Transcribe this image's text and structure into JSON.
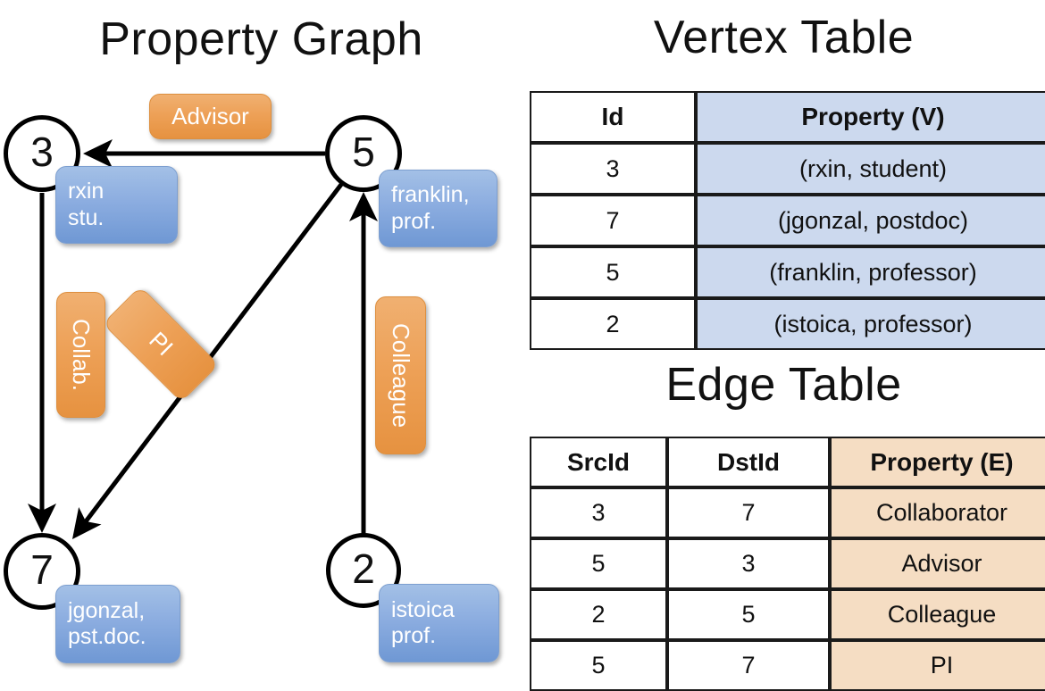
{
  "titles": {
    "property_graph": "Property Graph",
    "vertex_table": "Vertex Table",
    "edge_table": "Edge Table"
  },
  "graph": {
    "nodes": [
      {
        "id": "3",
        "label": "3",
        "property_line1": "rxin",
        "property_line2": "stu."
      },
      {
        "id": "5",
        "label": "5",
        "property_line1": "franklin,",
        "property_line2": "prof."
      },
      {
        "id": "7",
        "label": "7",
        "property_line1": "jgonzal,",
        "property_line2": "pst.doc."
      },
      {
        "id": "2",
        "label": "2",
        "property_line1": "istoica",
        "property_line2": "prof."
      }
    ],
    "edge_labels": {
      "advisor": "Advisor",
      "collab": "Collab.",
      "pi": "PI",
      "colleague": "Colleague"
    }
  },
  "vertex_table": {
    "headers": [
      "Id",
      "Property (V)"
    ],
    "rows": [
      {
        "id": "3",
        "property": "(rxin, student)"
      },
      {
        "id": "7",
        "property": "(jgonzal, postdoc)"
      },
      {
        "id": "5",
        "property": "(franklin, professor)"
      },
      {
        "id": "2",
        "property": "(istoica, professor)"
      }
    ]
  },
  "edge_table": {
    "headers": [
      "SrcId",
      "DstId",
      "Property (E)"
    ],
    "rows": [
      {
        "src": "3",
        "dst": "7",
        "property": "Collaborator"
      },
      {
        "src": "5",
        "dst": "3",
        "property": "Advisor"
      },
      {
        "src": "2",
        "dst": "5",
        "property": "Colleague"
      },
      {
        "src": "5",
        "dst": "7",
        "property": "PI"
      }
    ]
  },
  "colors": {
    "vertex_property_fill": "#ccd9ee",
    "edge_property_fill": "#f5ddc3",
    "node_badge_blue": "#8cade0",
    "edge_badge_orange": "#eda056",
    "stroke": "#000000"
  }
}
